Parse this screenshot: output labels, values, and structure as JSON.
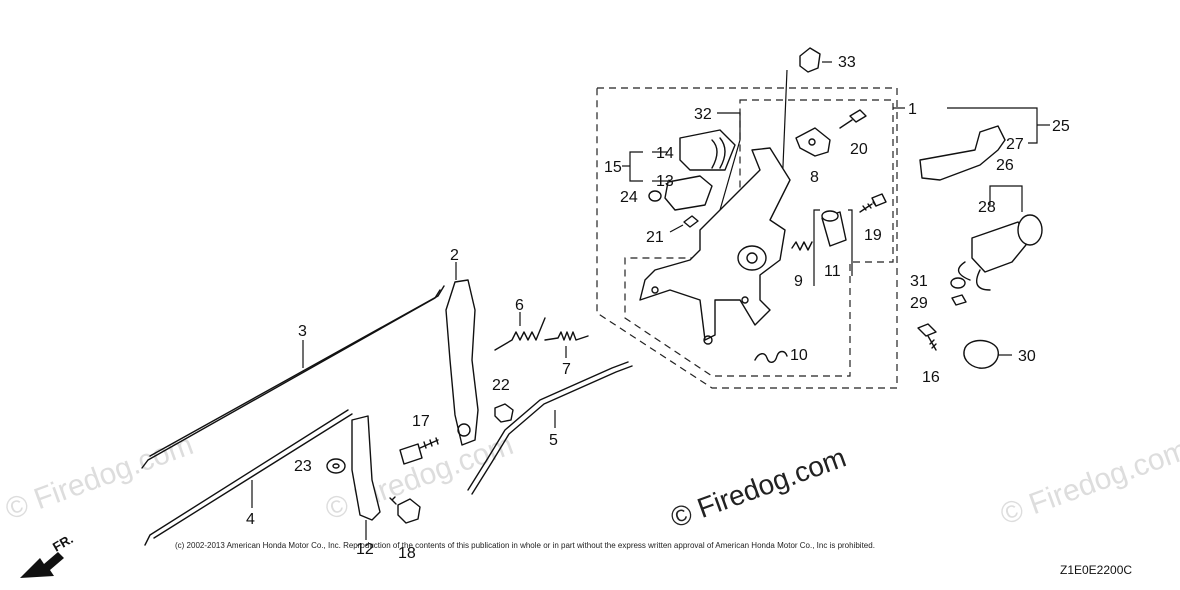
{
  "diagram": {
    "callouts": [
      "1",
      "2",
      "3",
      "4",
      "5",
      "6",
      "7",
      "8",
      "9",
      "10",
      "11",
      "12",
      "13",
      "14",
      "15",
      "16",
      "17",
      "18",
      "19",
      "20",
      "21",
      "22",
      "23",
      "24",
      "25",
      "26",
      "27",
      "28",
      "29",
      "30",
      "31",
      "32",
      "33"
    ],
    "copyright": "(c) 2002-2013 American Honda Motor Co., Inc. Reproduction of the contents of this publication in whole or in part without the express written approval of American Honda Motor Co., Inc is prohibited.",
    "diagram_code": "Z1E0E2200C",
    "watermark": "© Firedog.com",
    "direction_label": "FR."
  }
}
